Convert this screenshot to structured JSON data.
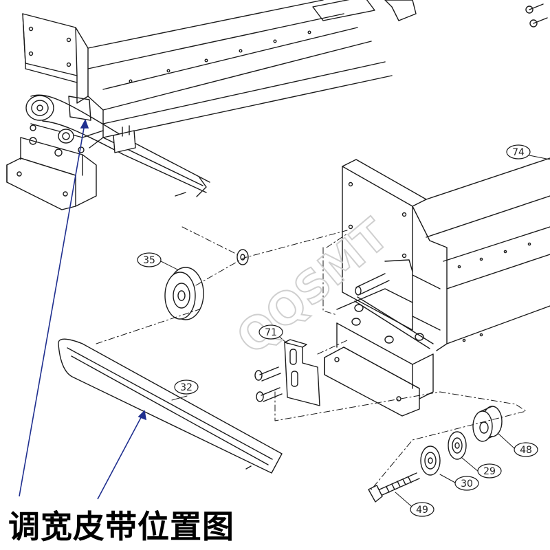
{
  "caption": "调宽皮带位置图",
  "watermark": "QQSMT",
  "callouts": [
    {
      "id": "74",
      "label": "74"
    },
    {
      "id": "35",
      "label": "35"
    },
    {
      "id": "71",
      "label": "71"
    },
    {
      "id": "32",
      "label": "32"
    },
    {
      "id": "48",
      "label": "48"
    },
    {
      "id": "29",
      "label": "29"
    },
    {
      "id": "30",
      "label": "30"
    },
    {
      "id": "49",
      "label": "49"
    }
  ],
  "colors": {
    "line": "#1a1a1a",
    "pointer": "#1f2f8f",
    "watermark": "#cfcfcf"
  }
}
